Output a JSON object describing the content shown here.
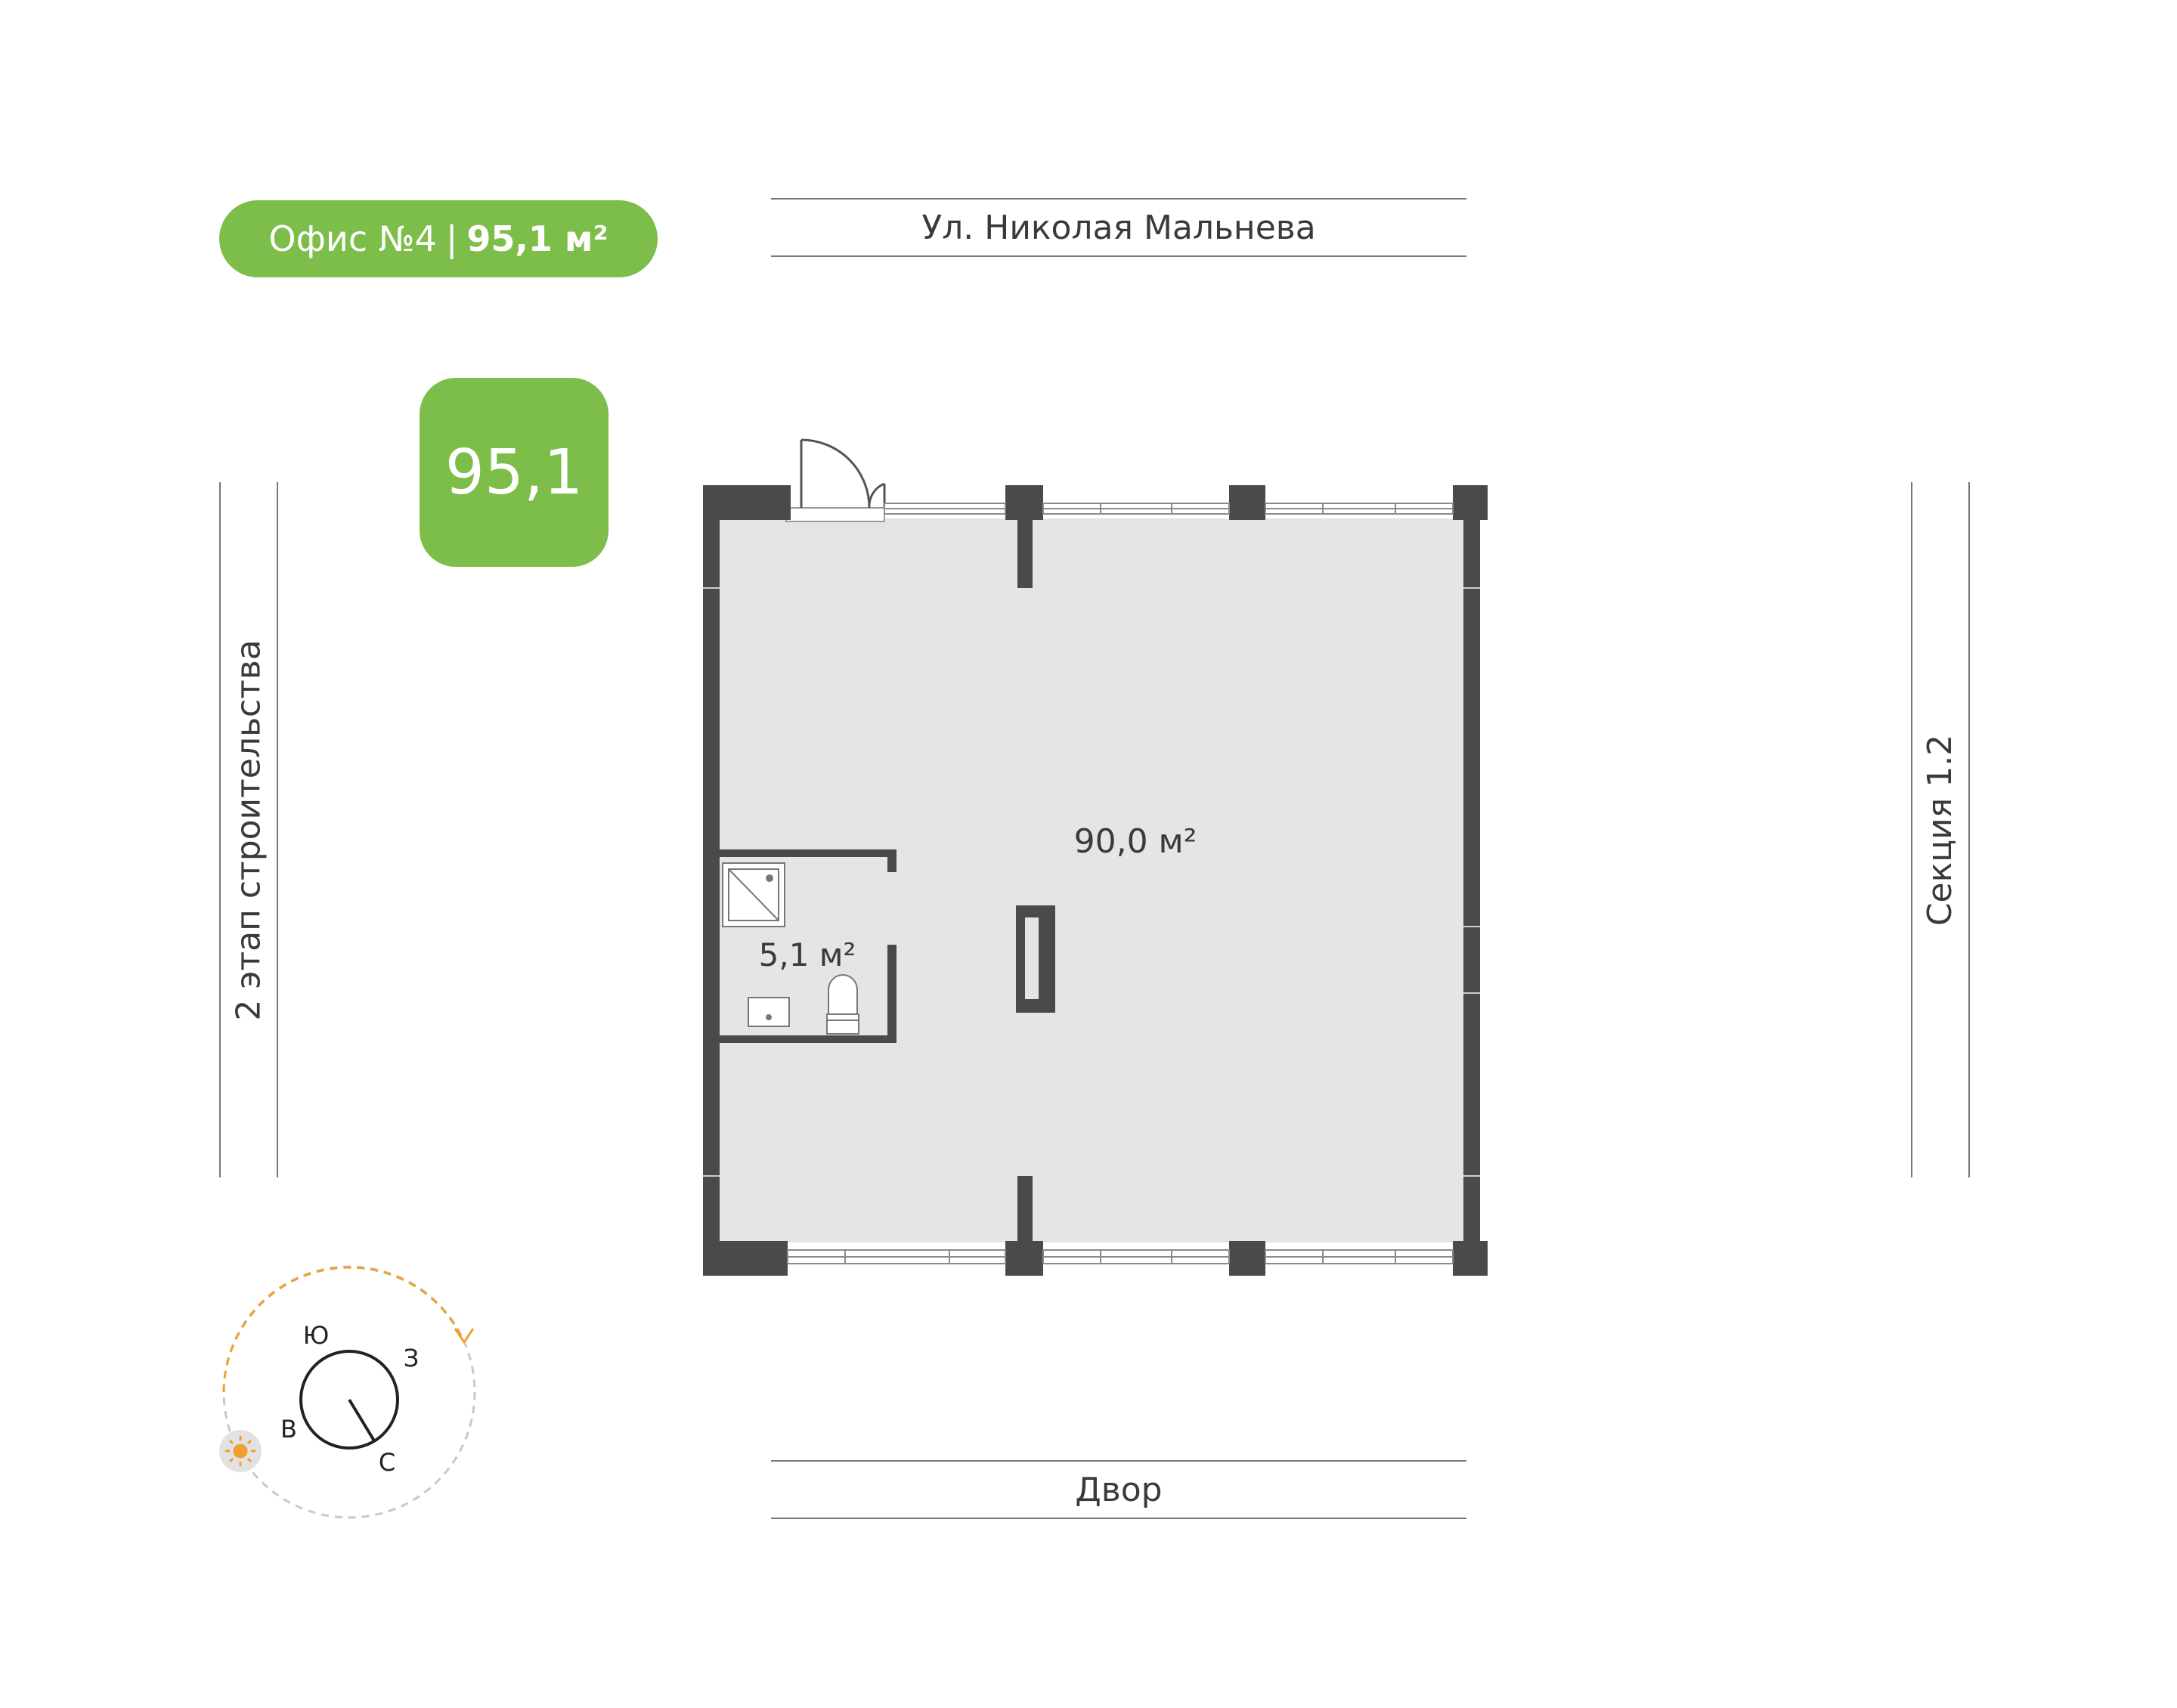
{
  "header": {
    "office_label": "Офис №4",
    "separator": "|",
    "office_area": "95,1 м²"
  },
  "badge": {
    "area": "95,1"
  },
  "streets": {
    "top": "Ул. Николая Мальнева",
    "bottom": "Двор",
    "left": "2 этап строительства",
    "right": "Секция 1.2"
  },
  "rooms": {
    "main_area": "90,0 м²",
    "bathroom_area": "5,1 м²"
  },
  "compass": {
    "south": "Ю",
    "west": "З",
    "east": "В",
    "north": "С"
  },
  "colors": {
    "accent": "#7dbd4a",
    "wall": "#4a4a4a",
    "floor": "#e5e5e7",
    "sun": "#f0a030"
  }
}
